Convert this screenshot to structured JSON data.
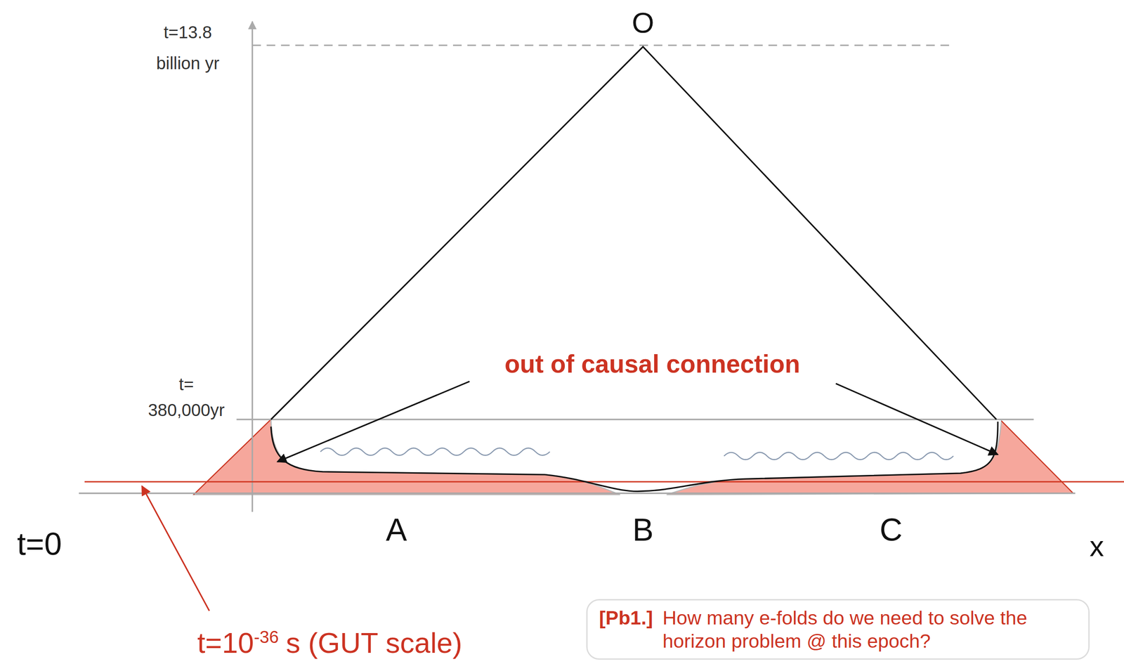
{
  "diagram": {
    "nodes": [
      {
        "text": [
          "[Pb1.]",
          "How many e-folds do we need to solve the horizon problem @ this epoch?"
        ]
      }
    ],
    "labels": [
      "t=13.8",
      "billion yr",
      "O",
      "t=",
      "380,000yr",
      "out of causal connection",
      "A",
      "B",
      "C",
      "t=0",
      "x",
      "t=10",
      "-36",
      "s (GUT scale)"
    ]
  }
}
